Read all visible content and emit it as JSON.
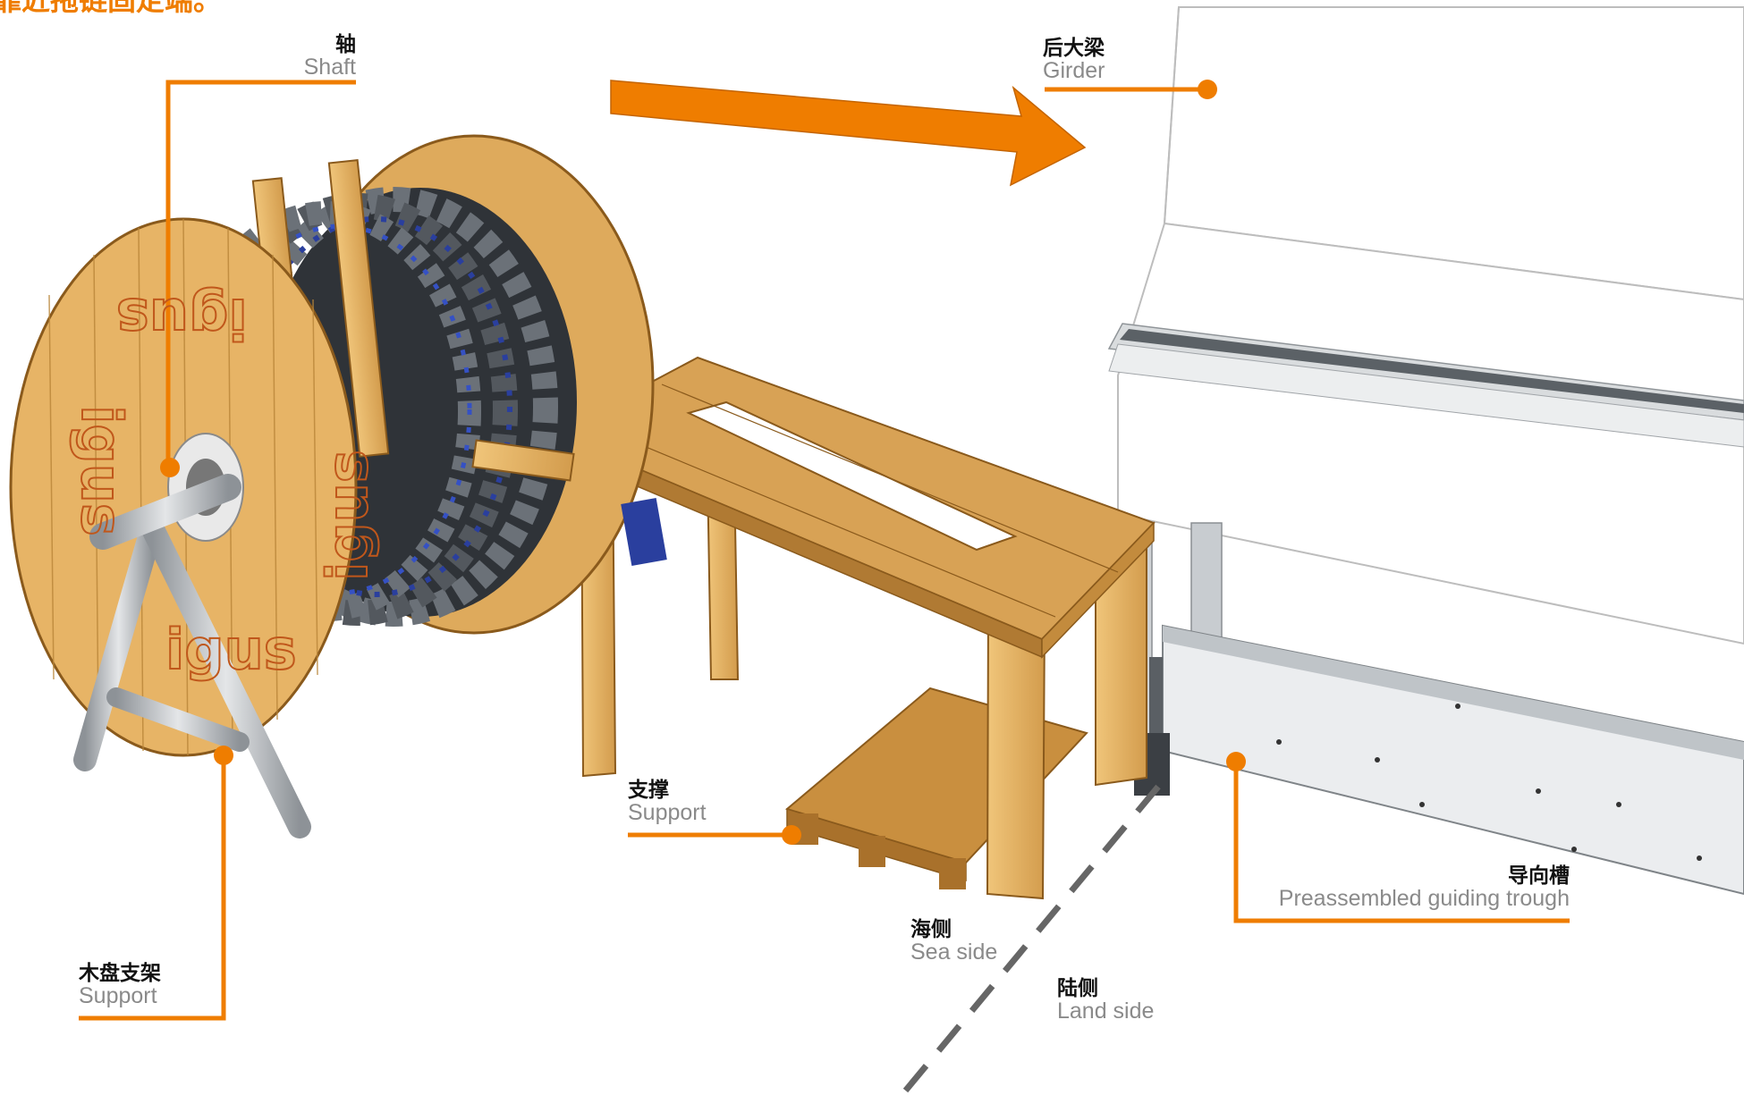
{
  "heading": "置靠近拖链固定端。",
  "labels": {
    "shaft": {
      "zh": "轴",
      "en": "Shaft"
    },
    "girder": {
      "zh": "后大梁",
      "en": "Girder"
    },
    "support_stand": {
      "zh": "支撑",
      "en": "Support"
    },
    "reel_support": {
      "zh": "木盘支架",
      "en": "Support"
    },
    "trough": {
      "zh": "导向槽",
      "en": "Preassembled guiding trough"
    },
    "sea_side": {
      "zh": "海侧",
      "en": "Sea side"
    },
    "land_side": {
      "zh": "陆侧",
      "en": "Land side"
    }
  },
  "reel_logos": [
    "igus",
    "igus",
    "igus",
    "igus"
  ],
  "colors": {
    "accent": "#ef7d00",
    "wood": "#e2b063",
    "wood_dark": "#b98538",
    "chain": "#3d4147",
    "cable": "#2a3f9e",
    "steel": "#bfc3c7"
  }
}
